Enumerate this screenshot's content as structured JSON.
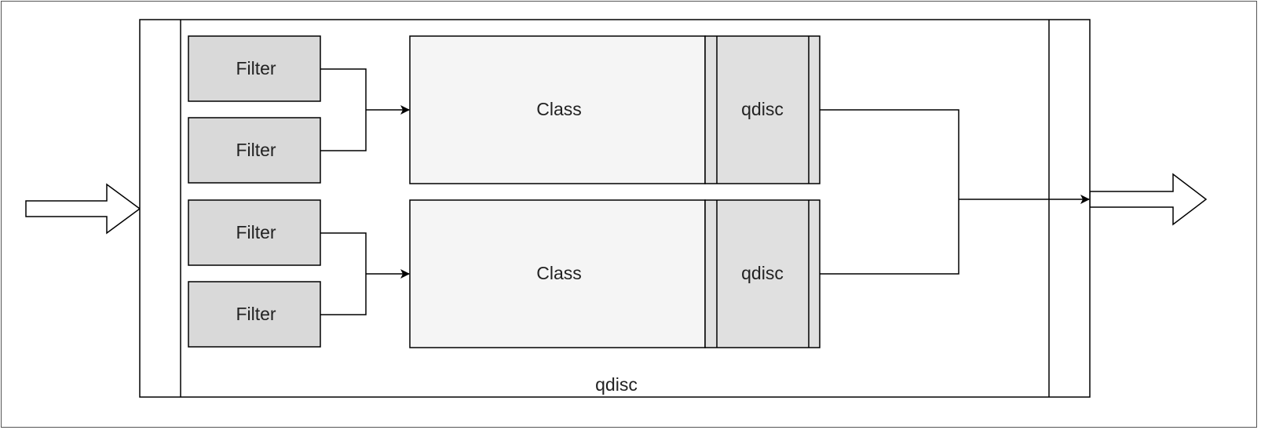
{
  "diagram": {
    "outer_qdisc_label": "qdisc",
    "filters": [
      "Filter",
      "Filter",
      "Filter",
      "Filter"
    ],
    "classes": [
      {
        "label": "Class",
        "qdisc_label": "qdisc"
      },
      {
        "label": "Class",
        "qdisc_label": "qdisc"
      }
    ]
  },
  "colors": {
    "stroke": "#000000",
    "filter_fill": "#d9d9d9",
    "class_fill": "#f5f5f5",
    "inner_qdisc_fill": "#e0e0e0",
    "outer_fill": "#ffffff"
  }
}
